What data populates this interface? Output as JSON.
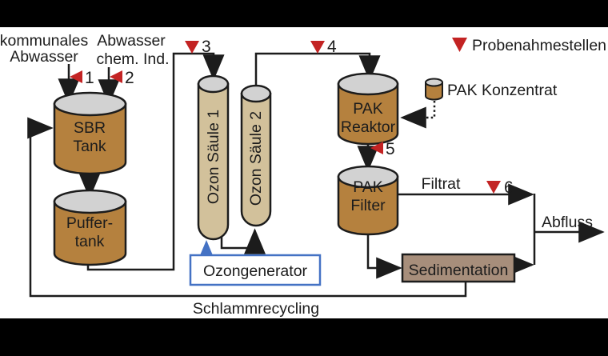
{
  "legend": {
    "label": "Probenahmestellen"
  },
  "sampling_points": [
    "1",
    "2",
    "3",
    "4",
    "5",
    "6"
  ],
  "inputs": {
    "municipal": {
      "line1": "kommunales",
      "line2": "Abwasser"
    },
    "industrial": {
      "line1": "Abwasser",
      "line2": "chem. Ind."
    }
  },
  "nodes": {
    "sbr_tank": {
      "line1": "SBR",
      "line2": "Tank"
    },
    "puffertank": {
      "line1": "Puffer-",
      "line2": "tank"
    },
    "ozon_saeule_1": {
      "label": "Ozon Säule 1"
    },
    "ozon_saeule_2": {
      "label": "Ozon Säule 2"
    },
    "ozongenerator": {
      "label": "Ozongenerator"
    },
    "pak_reaktor": {
      "line1": "PAK",
      "line2": "Reaktor"
    },
    "pak_filter": {
      "line1": "PAK",
      "line2": "Filter"
    },
    "pak_konzentrat": {
      "label": "PAK Konzentrat"
    },
    "sedimentation": {
      "label": "Sedimentation"
    }
  },
  "flows": {
    "filtrat": "Filtrat",
    "abfluss": "Abfluss",
    "schlammrecycling": "Schlammrecycling"
  },
  "colors": {
    "tank_brown": "#b5813e",
    "column_tan": "#d2c19b",
    "lid_grey": "#d2d2d2",
    "sedimentation_fill": "#a78e7b",
    "sample_red": "#c32323",
    "generator_blue": "#4472c4"
  }
}
